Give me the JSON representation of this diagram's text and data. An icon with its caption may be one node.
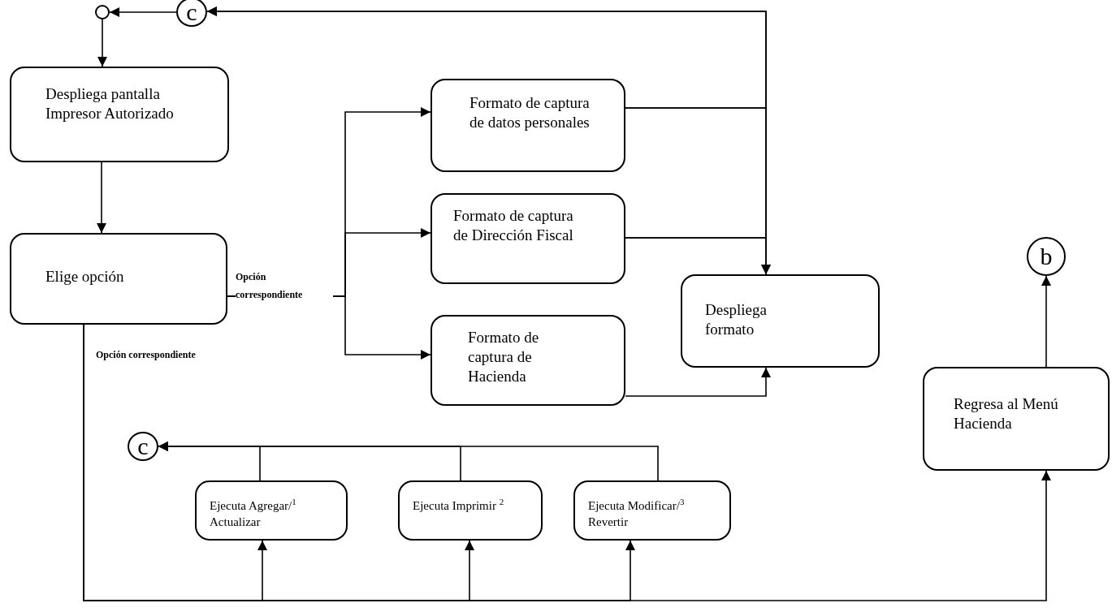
{
  "diagram": {
    "nodes": [
      {
        "text": [],
        "shape": "circle"
      },
      {
        "text": [
          "c"
        ]
      },
      {
        "text": [
          "Despliega pantalla Impresor Autorizado"
        ]
      },
      {
        "text": [
          "Elige opción"
        ]
      },
      {
        "text": [
          "Formato de captura de datos personales"
        ]
      },
      {
        "text": [
          "Formato de captura de Dirección Fiscal"
        ]
      },
      {
        "text": [
          "Formato de captura de Hacienda"
        ]
      },
      {
        "text": [
          "Despliega formato"
        ]
      },
      {
        "text": [
          "b"
        ]
      },
      {
        "text": [
          "Regresa al Menú Hacienda"
        ]
      },
      {
        "text": [
          "c"
        ]
      },
      {
        "text": [
          "Ejecuta Agregar/$^{1}$ Actualizar"
        ]
      },
      {
        "text": [
          "Ejecuta Imprimir $^{2}$"
        ]
      },
      {
        "text": [
          "Ejecuta Modificar/$^{3}$ Revertir"
        ]
      }
    ],
    "edges": [
      {
        "from": 1,
        "to": 0,
        "arrow": "to"
      },
      {
        "from": 0,
        "to": 2,
        "arrow": "to"
      },
      {
        "from": 2,
        "to": 3,
        "arrow": "to"
      },
      {
        "from": 3,
        "to": 4,
        "arrow": "to",
        "label": "Opción correspondiente"
      },
      {
        "from": 3,
        "to": 5,
        "arrow": "to"
      },
      {
        "from": 3,
        "to": 6,
        "arrow": "to"
      },
      {
        "from": 4,
        "to": 7,
        "arrow": "to"
      },
      {
        "from": 5,
        "to": 7,
        "arrow": "to"
      },
      {
        "from": 6,
        "to": 7,
        "arrow": "to"
      },
      {
        "from": 4,
        "to": 1,
        "arrow": "to"
      },
      {
        "from": 5,
        "to": 1,
        "arrow": "to"
      },
      {
        "from": 3,
        "to": 11,
        "arrow": "to"
      },
      {
        "from": 3,
        "to": 12,
        "arrow": "to"
      },
      {
        "from": 3,
        "to": 13,
        "arrow": "to"
      },
      {
        "from": 3,
        "to": 9,
        "arrow": "to",
        "label": "Opción correspondiente"
      },
      {
        "from": 11,
        "to": 10,
        "arrow": "to"
      },
      {
        "from": 12,
        "to": 10,
        "arrow": "to"
      },
      {
        "from": 13,
        "to": 10,
        "arrow": "to"
      },
      {
        "from": 9,
        "to": 8,
        "arrow": "to"
      }
    ]
  }
}
